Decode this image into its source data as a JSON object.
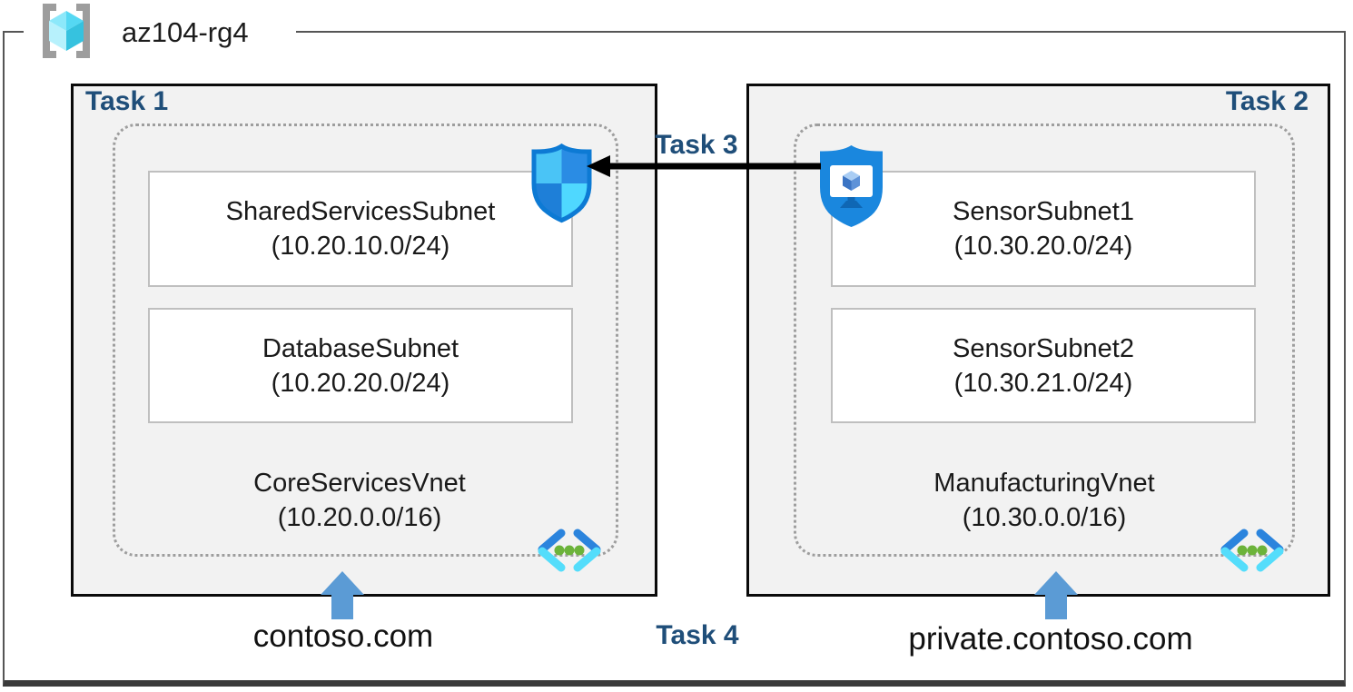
{
  "resource_group": {
    "name": "az104-rg4"
  },
  "tasks": {
    "task1": "Task 1",
    "task2": "Task 2",
    "task3": "Task 3",
    "task4": "Task 4"
  },
  "vnets": [
    {
      "name": "CoreServicesVnet",
      "cidr": "(10.20.0.0/16)",
      "dns_label": "contoso.com",
      "subnets": [
        {
          "name": "SharedServicesSubnet",
          "cidr": "(10.20.10.0/24)"
        },
        {
          "name": "DatabaseSubnet",
          "cidr": "(10.20.20.0/24)"
        }
      ]
    },
    {
      "name": "ManufacturingVnet",
      "cidr": "(10.30.0.0/16)",
      "dns_label": "private.contoso.com",
      "subnets": [
        {
          "name": "SensorSubnet1",
          "cidr": "(10.30.20.0/24)"
        },
        {
          "name": "SensorSubnet2",
          "cidr": "(10.30.21.0/24)"
        }
      ]
    }
  ],
  "icons": {
    "resource_group": "resource-group-icon",
    "network_security_group": "network-security-group-shield-icon",
    "bastion": "bastion-shield-monitor-icon",
    "virtual_network": "virtual-network-chevrons-icon",
    "peering_arrow": "arrow-left-icon",
    "dns_arrow": "arrow-up-icon"
  },
  "colors": {
    "task_label": "#1f4e79",
    "zone_fill": "#f2f2f2",
    "dns_arrow_blue": "#5b9bd5",
    "peering_arrow_black": "#000000",
    "nsg_quadrants": [
      "#4ac4f6",
      "#2a8ce4",
      "#1e7fd8",
      "#4fd8ff"
    ],
    "nsg_border": "#0d7ad4",
    "bastion_shield": "#1a87de",
    "vnet_chevron_dark": "#2b84dd",
    "vnet_chevron_light": "#54ddfb",
    "vnet_dots_green": "#6cb33a",
    "rg_cube": [
      "#8ce8fa",
      "#55d8f3",
      "#b7f1fc",
      "#36c2df"
    ],
    "rg_brackets": "#9d9d9d"
  }
}
